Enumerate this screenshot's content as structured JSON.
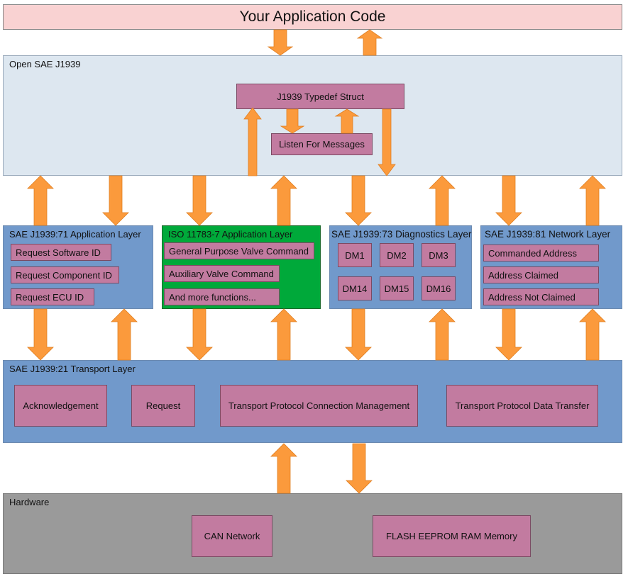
{
  "app_code": "Your Application Code",
  "open_sae": {
    "title": "Open SAE J1939",
    "struct": "J1939 Typedef Struct",
    "listen": "Listen For Messages"
  },
  "app_layer": {
    "title": "SAE J1939:71 Application Layer",
    "items": [
      "Request Software ID",
      "Request Component ID",
      "Request ECU ID"
    ]
  },
  "iso_layer": {
    "title": "ISO 11783-7 Application Layer",
    "items": [
      "General Purpose Valve Command",
      "Auxiliary Valve Command",
      "And more functions..."
    ]
  },
  "diag_layer": {
    "title": "SAE J1939:73 Diagnostics Layer",
    "items": [
      "DM1",
      "DM2",
      "DM3",
      "DM14",
      "DM15",
      "DM16"
    ]
  },
  "net_layer": {
    "title": "SAE J1939:81 Network Layer",
    "items": [
      "Commanded Address",
      "Address Claimed",
      "Address Not Claimed"
    ]
  },
  "transport": {
    "title": "SAE J1939:21 Transport Layer",
    "items": [
      "Acknowledgement",
      "Request",
      "Transport Protocol Connection Management",
      "Transport Protocol Data Transfer"
    ]
  },
  "hardware": {
    "title": "Hardware",
    "items": [
      "CAN Network",
      "FLASH EEPROM RAM Memory"
    ]
  },
  "colors": {
    "arrow": "#fb9a3c",
    "box": "#c27ba0",
    "layer_blue": "#7199cb",
    "iso_green": "#00a93a",
    "open_bg": "#dde7f0",
    "app_bg": "#f9d2d2",
    "hardware_bg": "#9a9a9a"
  }
}
